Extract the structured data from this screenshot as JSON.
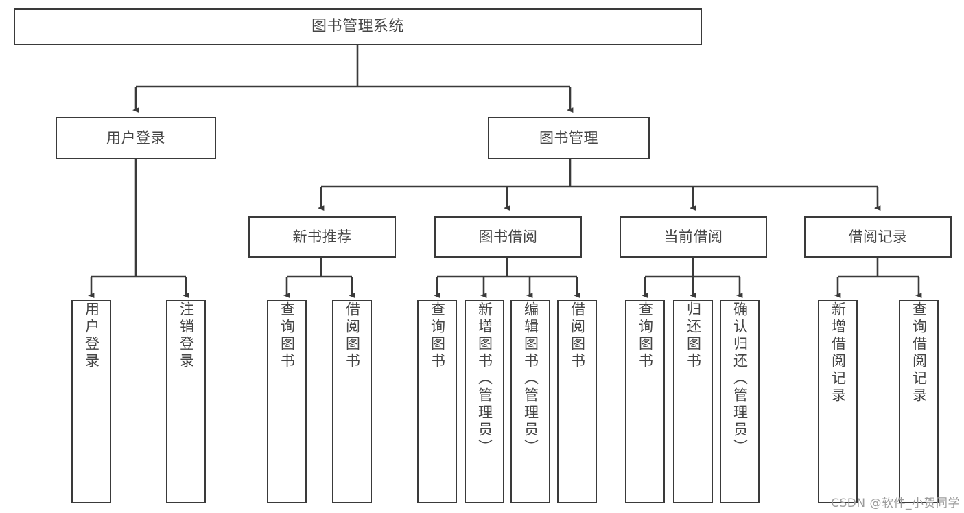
{
  "diagram": {
    "type": "hierarchy-tree",
    "title": "图书管理系统",
    "watermark": "CSDN @软件_小贺同学",
    "colors": {
      "stroke": "#3a3a3a",
      "text": "#454545",
      "background": "#ffffff",
      "watermark": "#9c9c9c"
    },
    "root": {
      "label": "图书管理系统",
      "level": 0
    },
    "level1": [
      {
        "label": "用户登录"
      },
      {
        "label": "图书管理"
      }
    ],
    "level2": [
      {
        "label": "新书推荐",
        "parent": "图书管理"
      },
      {
        "label": "图书借阅",
        "parent": "图书管理"
      },
      {
        "label": "当前借阅",
        "parent": "图书管理"
      },
      {
        "label": "借阅记录",
        "parent": "图书管理"
      }
    ],
    "leaves": {
      "user_login": [
        {
          "label": "用户登录"
        },
        {
          "label": "注销登录"
        }
      ],
      "new_book_recommend": [
        {
          "label": "查询图书"
        },
        {
          "label": "借阅图书"
        }
      ],
      "book_borrow": [
        {
          "label": "查询图书"
        },
        {
          "label": "新增图书（管理员）"
        },
        {
          "label": "编辑图书（管理员）"
        },
        {
          "label": "借阅图书"
        }
      ],
      "current_borrow": [
        {
          "label": "查询图书"
        },
        {
          "label": "归还图书"
        },
        {
          "label": "确认归还（管理员）"
        }
      ],
      "borrow_record": [
        {
          "label": "新增借阅记录"
        },
        {
          "label": "查询借阅记录"
        }
      ]
    }
  }
}
